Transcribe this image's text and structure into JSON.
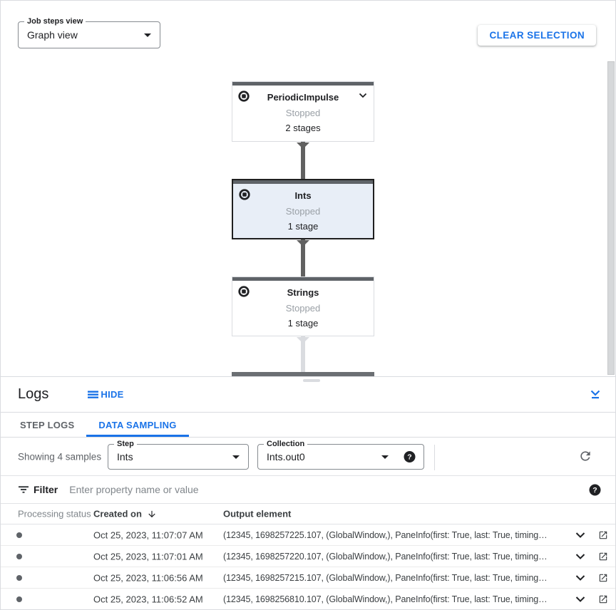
{
  "view_toolbar": {
    "job_steps_view": {
      "label": "Job steps view",
      "value": "Graph view"
    },
    "clear_selection_label": "CLEAR SELECTION"
  },
  "graph": {
    "nodes": [
      {
        "title": "PeriodicImpulse",
        "status": "Stopped",
        "stages": "2 stages",
        "selected": false
      },
      {
        "title": "Ints",
        "status": "Stopped",
        "stages": "1 stage",
        "selected": true
      },
      {
        "title": "Strings",
        "status": "Stopped",
        "stages": "1 stage",
        "selected": false
      }
    ]
  },
  "logs": {
    "title": "Logs",
    "hide_label": "HIDE",
    "tabs": [
      {
        "label": "STEP LOGS",
        "active": false
      },
      {
        "label": "DATA SAMPLING",
        "active": true
      }
    ],
    "sampling_toolbar": {
      "showing_text": "Showing 4 samples",
      "step": {
        "label": "Step",
        "value": "Ints"
      },
      "collection": {
        "label": "Collection",
        "value": "Ints.out0"
      }
    },
    "filter": {
      "label": "Filter",
      "placeholder": "Enter property name or value"
    },
    "table": {
      "columns": {
        "status": "Processing status",
        "created": "Created on",
        "output": "Output element"
      },
      "rows": [
        {
          "created_on": "Oct 25, 2023, 11:07:07 AM",
          "output_element": "(12345, 1698257225.107, (GlobalWindow,), PaneInfo(first: True, last: True, timing…"
        },
        {
          "created_on": "Oct 25, 2023, 11:07:01 AM",
          "output_element": "(12345, 1698257220.107, (GlobalWindow,), PaneInfo(first: True, last: True, timing…"
        },
        {
          "created_on": "Oct 25, 2023, 11:06:56 AM",
          "output_element": "(12345, 1698257215.107, (GlobalWindow,), PaneInfo(first: True, last: True, timing…"
        },
        {
          "created_on": "Oct 25, 2023, 11:06:52 AM",
          "output_element": "(12345, 1698256810.107, (GlobalWindow,), PaneInfo(first: True, last: True, timing…"
        }
      ]
    }
  },
  "colors": {
    "accent_blue": "#1a73e8",
    "selected_node_bg": "#e8eef7",
    "node_top_bar": "#5f6368",
    "node_status_text": "#9aa0a6",
    "border_gray": "#dadce0"
  }
}
